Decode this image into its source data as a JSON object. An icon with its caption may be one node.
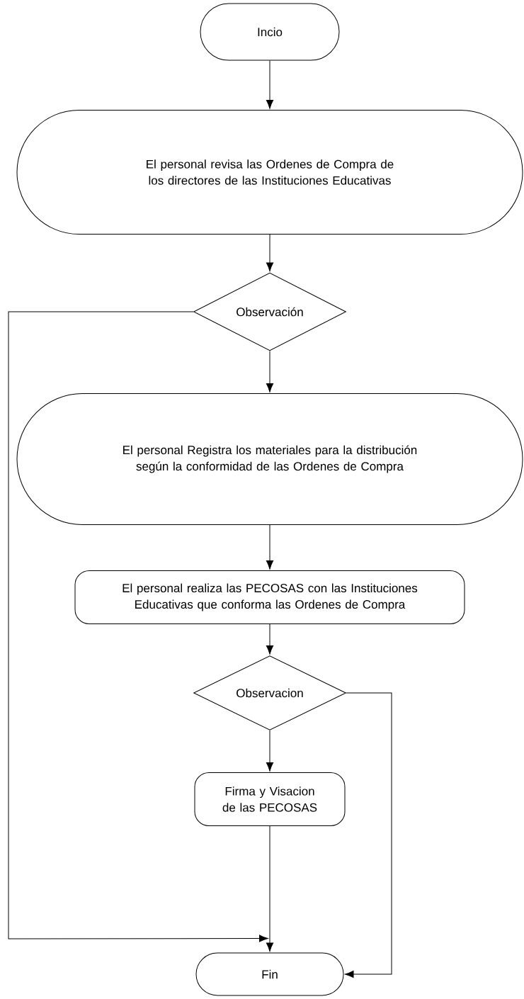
{
  "diagram": {
    "nodes": [
      {
        "text": [
          "Incio"
        ]
      },
      {
        "text": [
          "El personal revisa las Ordenes de Compra de los directores de las Instituciones Educativas"
        ]
      },
      {
        "text": [
          "Observación"
        ]
      },
      {
        "text": [
          "El personal Registra los materiales para la distribución según la conformidad de las Ordenes de Compra"
        ]
      },
      {
        "text": [
          "El personal realiza las PECOSAS con las Instituciones Educativas que conforma las Ordenes de Compra"
        ]
      },
      {
        "text": [
          "Observacion"
        ]
      },
      {
        "text": [
          "Firma y Visacion de las PECOSAS"
        ]
      },
      {
        "text": [
          "Fin"
        ]
      }
    ],
    "edges": [
      {
        "from": 0,
        "to": 1,
        "arrow": "to"
      },
      {
        "from": 1,
        "to": 2,
        "arrow": "to"
      },
      {
        "from": 2,
        "to": 3,
        "arrow": "to"
      },
      {
        "from": 2,
        "to": 7,
        "arrow": "to"
      },
      {
        "from": 3,
        "to": 4,
        "arrow": "to"
      },
      {
        "from": 4,
        "to": 5,
        "arrow": "to"
      },
      {
        "from": 5,
        "to": 6,
        "arrow": "to"
      },
      {
        "from": 5,
        "to": 7,
        "arrow": "to"
      },
      {
        "from": 6,
        "to": 7,
        "arrow": "to"
      }
    ]
  }
}
